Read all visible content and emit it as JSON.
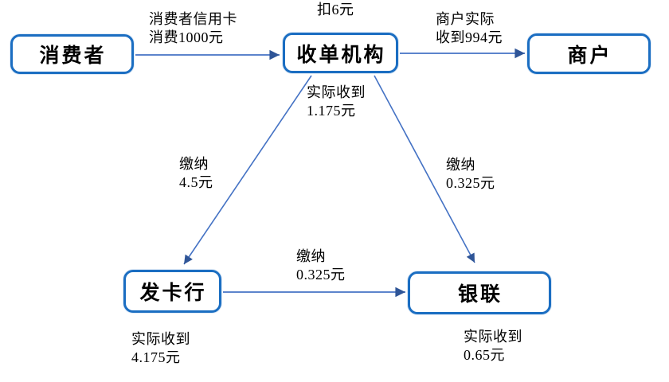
{
  "nodes": {
    "consumer": {
      "label": "消费者"
    },
    "acquirer": {
      "label": "收单机构"
    },
    "merchant": {
      "label": "商户"
    },
    "issuer": {
      "label": "发卡行"
    },
    "unionpay": {
      "label": "银联"
    }
  },
  "edges": {
    "consumer_to_acquirer": {
      "label": "消费者信用卡\n消费1000元"
    },
    "acquirer_to_merchant": {
      "label": "商户实际\n收到994元"
    },
    "acquirer_to_issuer": {
      "label": "缴纳\n4.5元"
    },
    "acquirer_to_unionpay": {
      "label": "缴纳\n0.325元"
    },
    "issuer_to_unionpay": {
      "label": "缴纳\n0.325元"
    }
  },
  "annotations": {
    "acquirer_fee": "扣6元",
    "acquirer_net": "实际收到\n1.175元",
    "issuer_net": "实际收到\n4.175元",
    "unionpay_net": "实际收到\n0.65元"
  },
  "colors": {
    "box_border": "#1b6ec2",
    "arrow_line": "#4472c4",
    "arrow_head": "#2f5597",
    "text": "#000000",
    "background": "#ffffff"
  }
}
